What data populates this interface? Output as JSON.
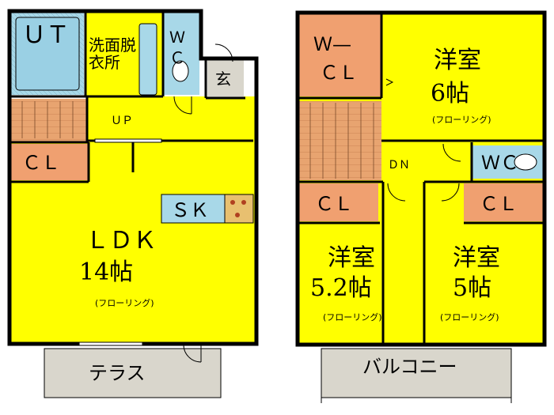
{
  "first_floor": {
    "unit_bath": "ＵＴ",
    "washroom": "洗面脱衣所",
    "toilet": "Ｗ\nＣ",
    "entrance": "玄",
    "stairs": "ＵＰ",
    "closet": "ＣＬ",
    "ldk_name": "ＬＤＫ",
    "ldk_size": "14帖",
    "ldk_floor": "(フローリング)",
    "kitchen": "ＳＫ",
    "terrace": "テラス"
  },
  "second_floor": {
    "walkin_closet_line1": "Ｗ—",
    "walkin_closet_line2": "ＣＬ",
    "room6_name": "洋室",
    "room6_size": "6帖",
    "room6_floor": "(フローリング)",
    "stairs": "ＤＮ",
    "toilet": "ＷＣ",
    "closet_left": "ＣＬ",
    "closet_right": "ＣＬ",
    "room52_name": "洋室",
    "room52_size": "5.2帖",
    "room52_floor": "(フローリング)",
    "room5_name": "洋室",
    "room5_size": "5帖",
    "room5_floor": "(フローリング)",
    "balcony": "バルコニー"
  },
  "colors": {
    "room": "#ffff00",
    "closet": "#f0a070",
    "stairs": "#e49a62",
    "wet_area": "#a8d8e8",
    "outdoor": "#d9d6cc",
    "wall": "#000000"
  }
}
